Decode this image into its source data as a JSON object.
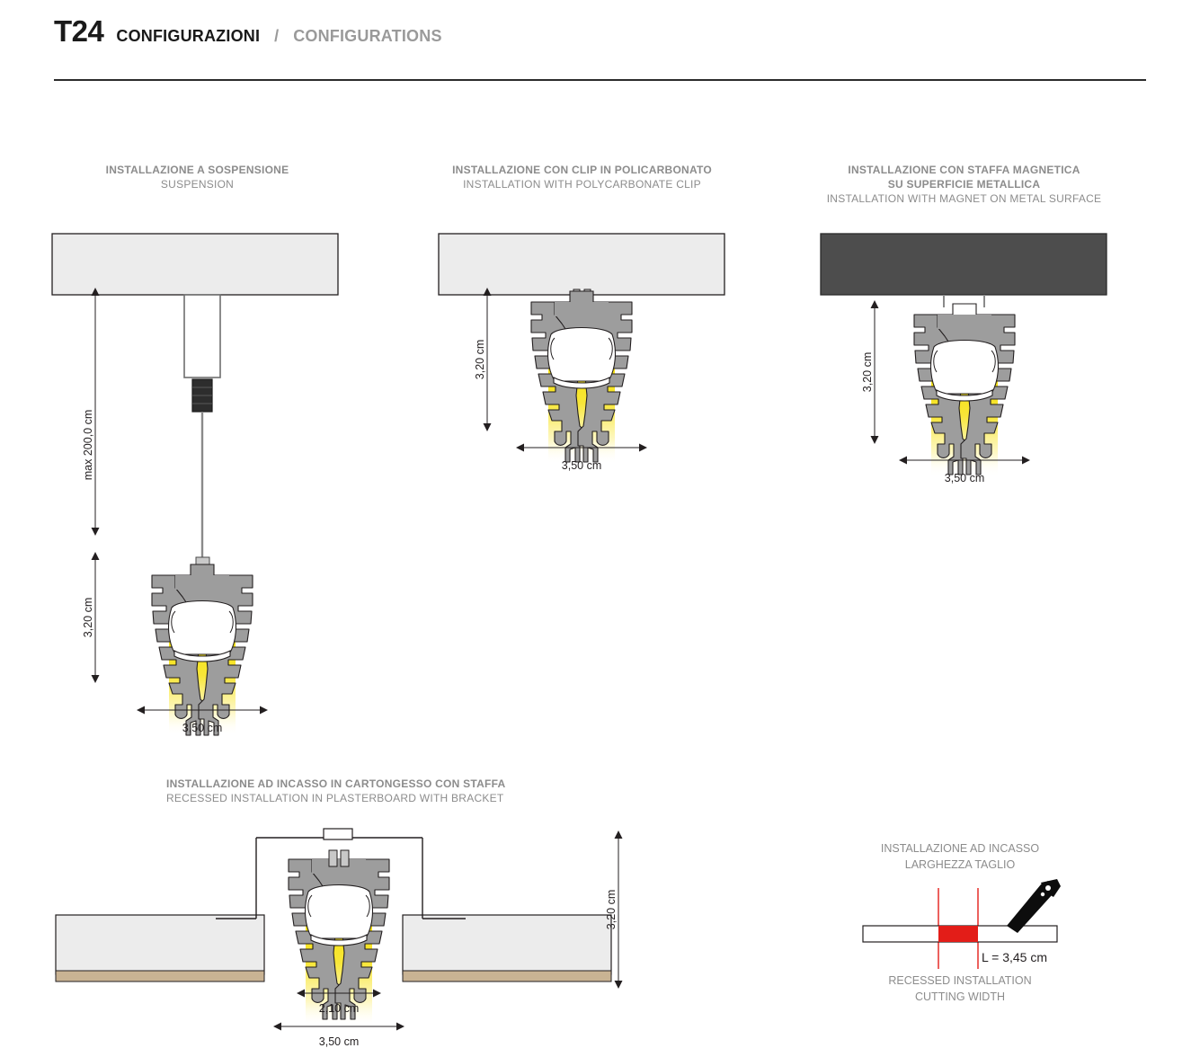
{
  "header": {
    "code": "T24",
    "title_it": "CONFIGURAZIONI",
    "separator": "/",
    "title_en": "CONFIGURATIONS"
  },
  "sections": {
    "suspension": {
      "heading_it": "INSTALLAZIONE A SOSPENSIONE",
      "heading_en": "SUSPENSION",
      "dim_drop": "max 200,0 cm",
      "dim_height": "3,20 cm",
      "dim_width": "3,50 cm"
    },
    "clip": {
      "heading_it": "INSTALLAZIONE CON CLIP IN POLICARBONATO",
      "heading_en": "INSTALLATION WITH POLYCARBONATE CLIP",
      "dim_height": "3,20 cm",
      "dim_width": "3,50 cm"
    },
    "magnet": {
      "heading_it_1": "INSTALLAZIONE CON STAFFA MAGNETICA",
      "heading_it_2": "SU SUPERFICIE METALLICA",
      "heading_en": "INSTALLATION WITH MAGNET ON METAL SURFACE",
      "dim_height": "3,20 cm",
      "dim_width": "3,50 cm"
    },
    "recessed": {
      "heading_it": "INSTALLAZIONE AD INCASSO IN CARTONGESSO CON STAFFA",
      "heading_en": "RECESSED INSTALLATION IN PLASTERBOARD WITH BRACKET",
      "dim_height": "3,20 cm",
      "dim_inner": "2,10 cm",
      "dim_width": "3,50 cm"
    },
    "cutting": {
      "heading_it_1": "INSTALLAZIONE AD INCASSO",
      "heading_it_2": "LARGHEZZA TAGLIO",
      "caption_en_1": "RECESSED INSTALLATION",
      "caption_en_2": "CUTTING WIDTH",
      "cut_length": "L = 3,45 cm",
      "saw_icon": "saw-icon"
    }
  },
  "colors": {
    "profile_gray": "#9d9d9d",
    "ceiling_light": "#ececec",
    "ceiling_metal": "#4d4d4d",
    "light_yellow": "#f5e000",
    "plasterboard_tan": "#c9b393",
    "cut_red": "#e31d18",
    "heading_gray": "#8c8c8c",
    "line_dark": "#231f20"
  }
}
